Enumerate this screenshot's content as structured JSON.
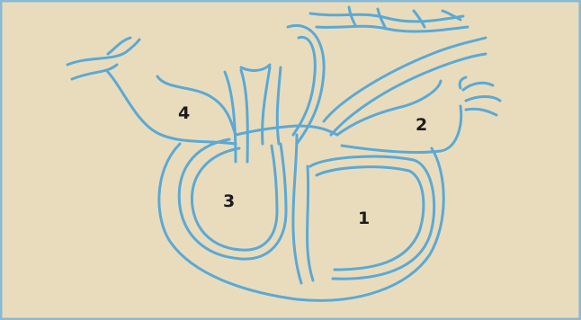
{
  "colors": {
    "background": "#e9dcbc",
    "outline": "#5aa9d6",
    "outer_border": "#8bb8d2",
    "label": "#1c1c1c"
  },
  "diagram": {
    "subject": "heart-cross-section",
    "chambers": [
      {
        "id": "chamber-1",
        "label": "1"
      },
      {
        "id": "chamber-2",
        "label": "2"
      },
      {
        "id": "chamber-3",
        "label": "3"
      },
      {
        "id": "chamber-4",
        "label": "4"
      }
    ]
  }
}
